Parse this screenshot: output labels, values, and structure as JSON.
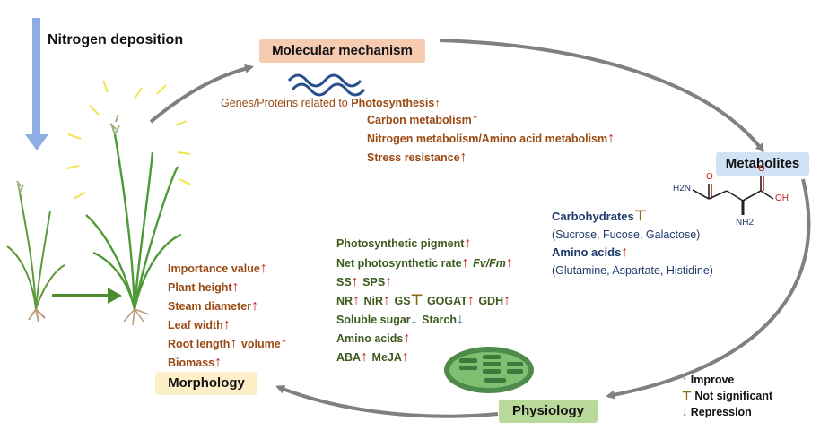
{
  "nitrogen_label": "Nitrogen deposition",
  "boxes": {
    "molecular": "Molecular mechanism",
    "metabolites": "Metabolites",
    "physiology": "Physiology",
    "morphology": "Morphology"
  },
  "molecular": {
    "prefix": "Genes/Proteins related to",
    "items": [
      "Photosynthesis",
      "Carbon metabolism",
      "Nitrogen metabolism/Amino acid metabolism",
      "Stress resistance"
    ]
  },
  "metabolites": {
    "carbohydrates": "Carbohydrates",
    "carb_detail": "(Sucrose, Fucose, Galactose)",
    "amino": "Amino acids",
    "amino_detail": "(Glutamine, Aspartate, Histidine)",
    "molecule_labels": {
      "h2n": "H2N",
      "oh": "OH",
      "nh2": "NH2",
      "o1": "O",
      "o2": "O"
    }
  },
  "physiology": {
    "pigment": "Photosynthetic pigment",
    "net_rate": "Net photosynthetic rate",
    "fvfm": "Fv/Fm",
    "ss": "SS",
    "sps": "SPS",
    "nr": "NR",
    "nir": "NiR",
    "gs": "GS",
    "gogat": "GOGAT",
    "gdh": "GDH",
    "soluble_sugar": "Soluble sugar",
    "starch": "Starch",
    "amino": "Amino acids",
    "aba": "ABA",
    "meja": "MeJA"
  },
  "morphology": {
    "items": [
      "Importance value",
      "Plant height",
      "Steam diameter",
      "Leaf width",
      "Root length",
      "volume",
      "Biomass"
    ]
  },
  "legend": {
    "improve": "Improve",
    "not_significant": "Not significant",
    "repression": "Repression"
  },
  "colors": {
    "molecular_box": "#f6cbb0",
    "metabolites_box": "#cfe3f5",
    "physiology_box": "#b9d99a",
    "morphology_box": "#fdf0c8",
    "improve": "#c3201a",
    "not_significant": "#8a6a16",
    "repression": "#2a4f8f",
    "nitrogen_arrow": "#8eaee3"
  }
}
